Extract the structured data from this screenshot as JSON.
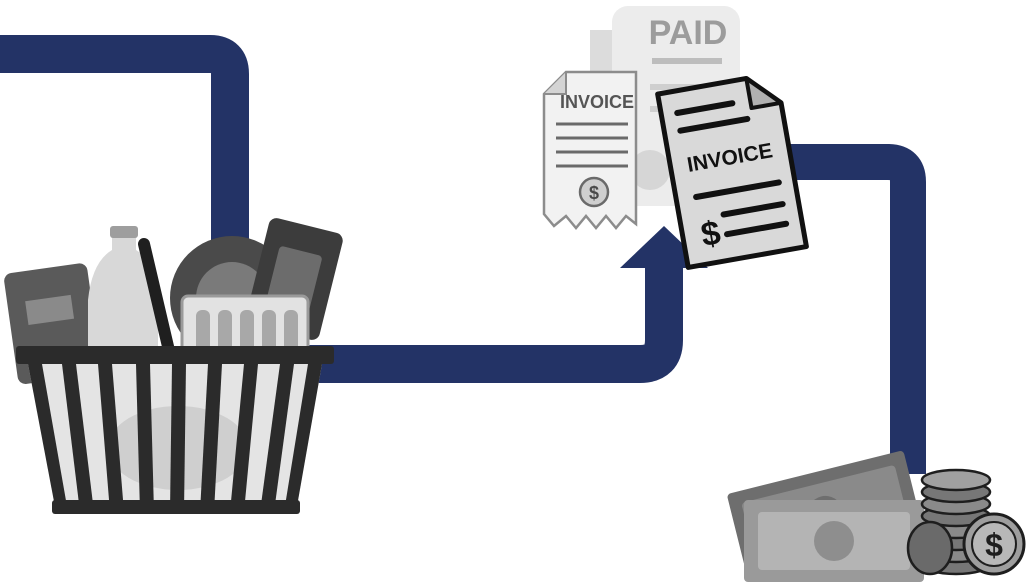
{
  "colors": {
    "flow_arrow": "#233366",
    "icon_dark": "#2d2d2d",
    "icon_mid": "#6e6e6e",
    "icon_light": "#bdbdbd",
    "icon_pale": "#e6e6e6"
  },
  "icons": {
    "basket": "shopping-basket-icon",
    "paid_receipt": "paid-receipt-icon",
    "invoice_left": "invoice-receipt-icon",
    "invoice_front": "invoice-document-icon",
    "payment": "cash-and-coins-icon"
  },
  "labels": {
    "paid": "PAID",
    "invoice_left": "INVOICE",
    "invoice_front": "INVOICE",
    "dollar": "$"
  }
}
